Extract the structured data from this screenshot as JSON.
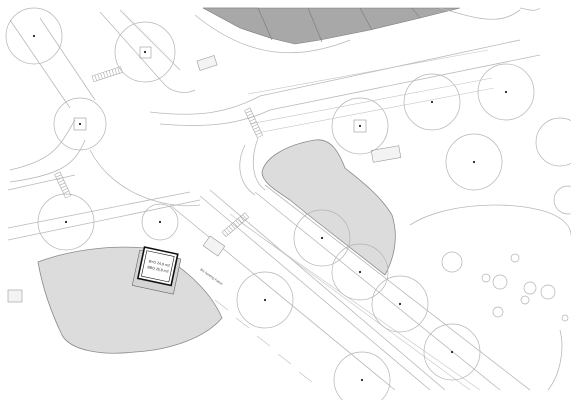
{
  "pavilion": {
    "area_bgo": "BYG 24,9 m2",
    "area_bbo": "BBO 25,8 m2"
  },
  "street": {
    "name": "Bis hunting Faest"
  },
  "colors": {
    "lawn": "#dcdcdc",
    "roof": "#a8a8a8",
    "lines": "#b9b9b9",
    "pavilion_outline": "#111111"
  },
  "icons": [
    "tree-symbol",
    "stairs-symbol",
    "building-roof"
  ]
}
